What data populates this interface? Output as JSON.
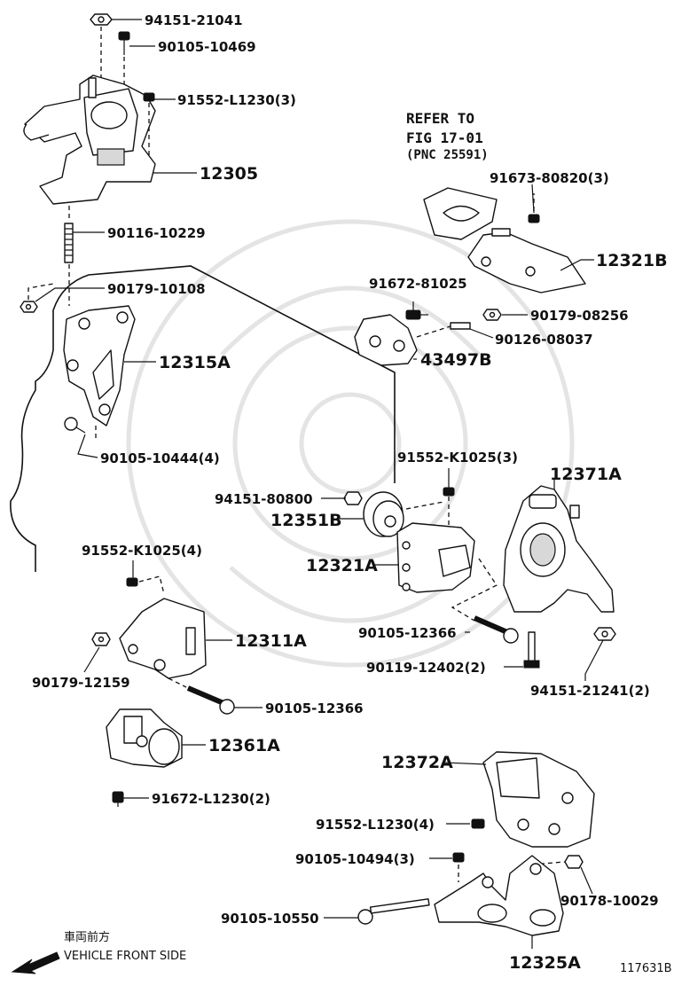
{
  "labels": {
    "p94151_21041": "94151-21041",
    "p90105_10469": "90105-10469",
    "p91552_L1230_3": "91552-L1230(3)",
    "p12305": "12305",
    "p90116_10229": "90116-10229",
    "p90179_10108": "90179-10108",
    "p12315A": "12315A",
    "p90105_10444_4": "90105-10444(4)",
    "refer_line1": "REFER TO",
    "refer_line2": "FIG 17-01",
    "refer_line3": "(PNC 25591)",
    "p91673_80820_3": "91673-80820(3)",
    "p12321B": "12321B",
    "p91672_81025": "91672-81025",
    "p90179_08256": "90179-08256",
    "p90126_08037": "90126-08037",
    "p43497B": "43497B",
    "p91552_K1025_3": "91552-K1025(3)",
    "p12371A": "12371A",
    "p94151_80800": "94151-80800",
    "p12351B": "12351B",
    "p12321A": "12321A",
    "p91552_K1025_4": "91552-K1025(4)",
    "p12311A": "12311A",
    "p90105_12366_a": "90105-12366",
    "p90119_12402_2": "90119-12402(2)",
    "p94151_21241_2": "94151-21241(2)",
    "p90179_12159": "90179-12159",
    "p90105_12366_b": "90105-12366",
    "p12361A": "12361A",
    "p91672_L1230_2": "91672-L1230(2)",
    "p12372A": "12372A",
    "p91552_L1230_4": "91552-L1230(4)",
    "p90105_10494_3": "90105-10494(3)",
    "p90178_10029": "90178-10029",
    "p90105_10550": "90105-10550",
    "p12325A": "12325A"
  },
  "footer": {
    "jp_caption": "車両前方",
    "en_caption": "VEHICLE FRONT SIDE",
    "figure_id": "117631B"
  },
  "icons": {
    "direction": "arrow-left-down-icon"
  }
}
